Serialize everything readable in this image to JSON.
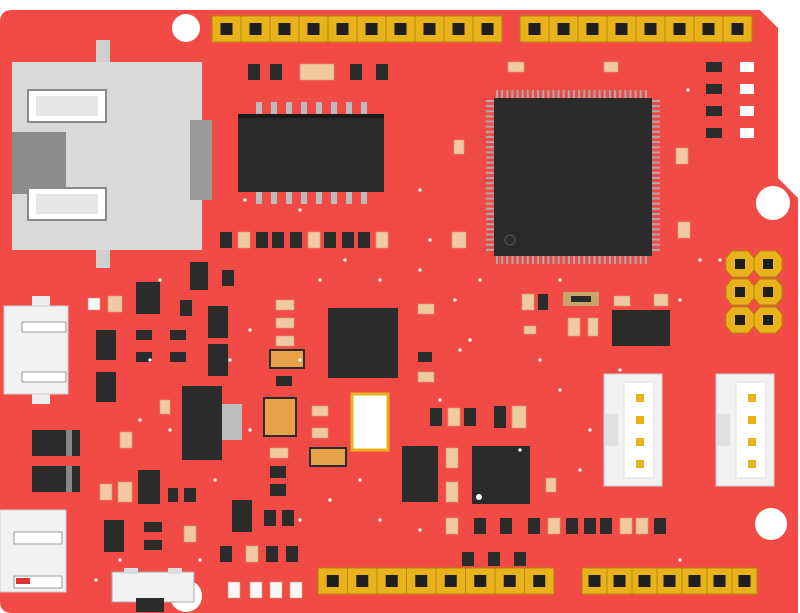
{
  "board": {
    "pcb_color": "#f24a45",
    "header_color": "#e8b21a",
    "chip_color": "#2b2b2b",
    "connector_color": "#f2f2f2",
    "icons": [
      "mounting-hole-icon",
      "rj45-jack-icon",
      "usb-port-icon",
      "pin-header-icon"
    ]
  },
  "components": {
    "top_header_left_pins": 10,
    "top_header_right_pins": 8,
    "bottom_header_left_pins": 8,
    "bottom_header_right_pins": 7,
    "icsp_pins": 6,
    "qfp_pins_per_side": 30,
    "soic_pins_per_side": 8,
    "grove_connector_pins": 4
  }
}
